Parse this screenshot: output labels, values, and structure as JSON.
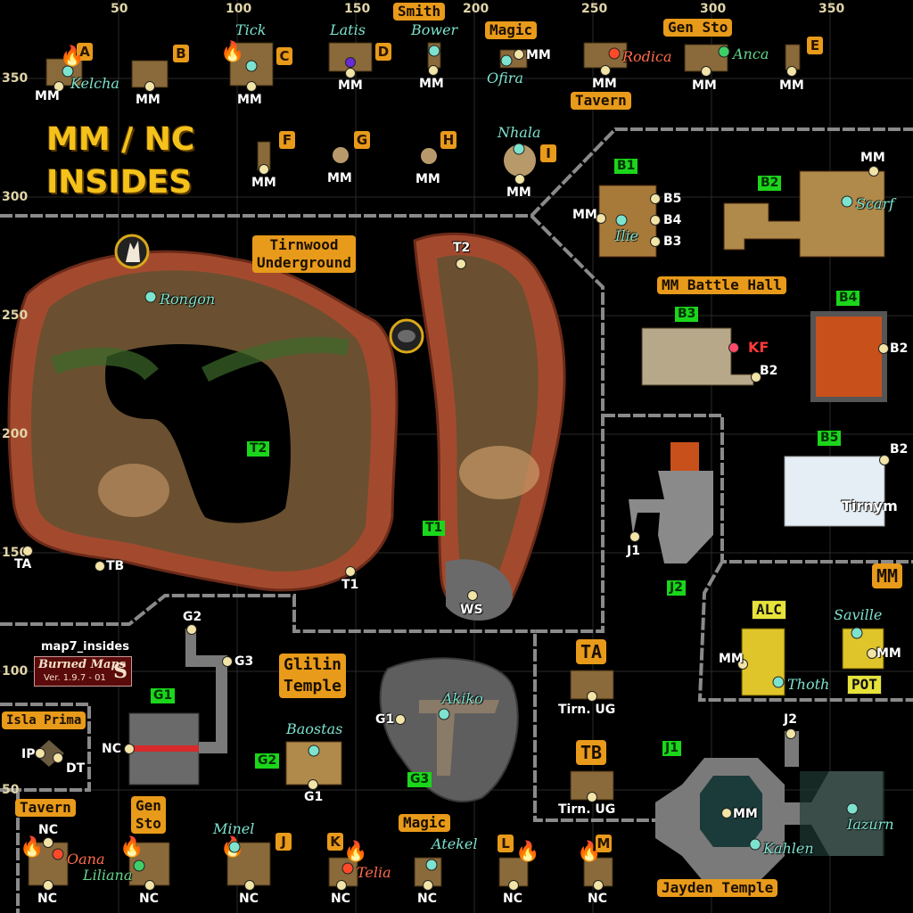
{
  "map_title": "MM / NC INSIDES",
  "map_title_line1": "MM / NC",
  "map_title_line2": "INSIDES",
  "axis": {
    "x": [
      "50",
      "100",
      "150",
      "200",
      "250",
      "300",
      "350"
    ],
    "y": [
      "350",
      "300",
      "250",
      "200",
      "150",
      "100",
      "50"
    ]
  },
  "areas": {
    "smith": "Smith",
    "magic_top": "Magic",
    "gen_sto_top": "Gen Sto",
    "tavern_top": "Tavern",
    "tirnwood": "Tirnwood Underground",
    "tirnwood_l1": "Tirnwood",
    "tirnwood_l2": "Underground",
    "mm_battle_hall": "MM Battle Hall",
    "glilin_l1": "Glilin",
    "glilin_l2": "Temple",
    "isla_prima": "Isla Prima",
    "tavern_bottom": "Tavern",
    "gen_sto_bottom_l1": "Gen",
    "gen_sto_bottom_l2": "Sto",
    "magic_bottom": "Magic",
    "jayden_temple": "Jayden Temple",
    "ta": "TA",
    "tb": "TB",
    "mm": "MM",
    "alc": "ALC",
    "pot": "POT"
  },
  "room_letters": [
    "A",
    "B",
    "C",
    "D",
    "E",
    "F",
    "G",
    "H",
    "I",
    "J",
    "K",
    "L",
    "M"
  ],
  "zone_tags": [
    "B1",
    "B2",
    "B3",
    "B4",
    "B5",
    "T2",
    "T1",
    "J2",
    "J1",
    "G1",
    "G2",
    "G3"
  ],
  "npcs": {
    "kelcha": "Kelcha",
    "tick": "Tick",
    "latis": "Latis",
    "bower": "Bower",
    "ofira": "Ofira",
    "rodica": "Rodica",
    "anca": "Anca",
    "nhala": "Nhala",
    "ilie": "Ilie",
    "scarf": "Scarf",
    "rongon": "Rongon",
    "kf": "KF",
    "tirnym": "Tirnym",
    "saville": "Saville",
    "thoth": "Thoth",
    "akiko": "Akiko",
    "baostas": "Baostas",
    "iazurn": "Iazurn",
    "kahlen": "Kahlen",
    "oana": "Oana",
    "liliana": "Liliana",
    "minel": "Minel",
    "telia": "Telia",
    "atekel": "Atekel"
  },
  "exit_labels": {
    "mm": "MM",
    "nc": "NC",
    "b2": "B2",
    "b3": "B3",
    "b4": "B4",
    "b5": "B5",
    "t1": "T1",
    "t2": "T2",
    "ta": "TA",
    "tb": "TB",
    "ws": "WS",
    "j1": "J1",
    "j2": "J2",
    "g1": "G1",
    "g2": "G2",
    "g3": "G3",
    "ip": "IP",
    "dt": "DT",
    "tirn_ug": "Tirn. UG"
  },
  "logo": {
    "map_name": "map7_insides",
    "brand": "Burned Maps",
    "mark": "S",
    "version": "Ver. 1.9.7 - 01"
  },
  "colors": {
    "accent_orange": "#e89a1a",
    "zone_green": "#1bd61b",
    "npc_cyan": "#7de3cf",
    "title_gold": "#f4c21a",
    "cave_rock": "#a8523a"
  }
}
